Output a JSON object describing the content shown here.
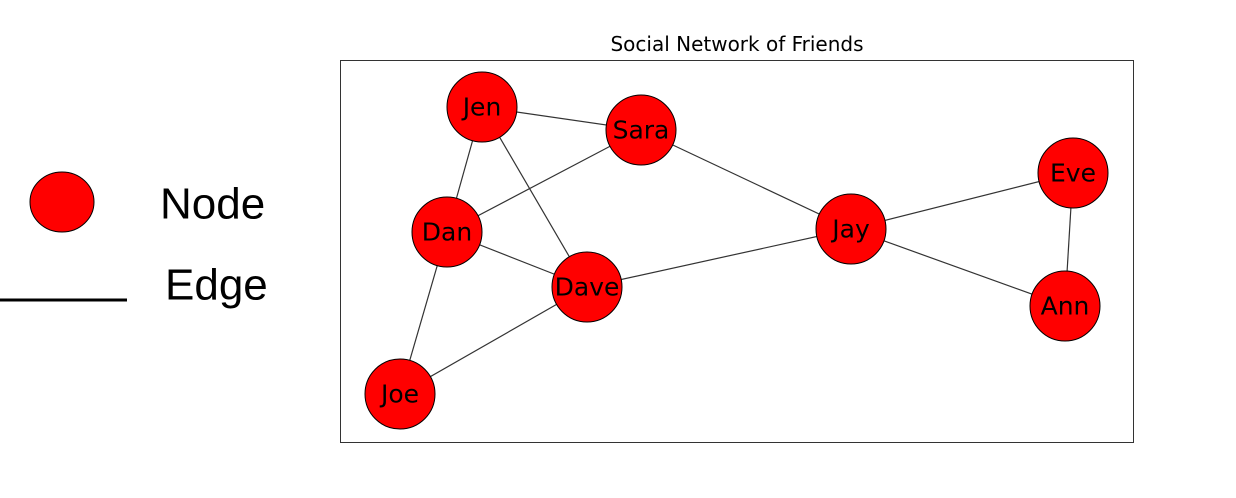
{
  "title": "Social Network of Friends",
  "legend": {
    "node_label": "Node",
    "edge_label": "Edge"
  },
  "colors": {
    "node_fill": "#ff0000",
    "node_stroke": "#000000",
    "edge": "#333333",
    "frame": "#333333"
  },
  "nodes": [
    {
      "id": "Jen",
      "label": "Jen"
    },
    {
      "id": "Sara",
      "label": "Sara"
    },
    {
      "id": "Dan",
      "label": "Dan"
    },
    {
      "id": "Dave",
      "label": "Dave"
    },
    {
      "id": "Joe",
      "label": "Joe"
    },
    {
      "id": "Jay",
      "label": "Jay"
    },
    {
      "id": "Eve",
      "label": "Eve"
    },
    {
      "id": "Ann",
      "label": "Ann"
    }
  ],
  "edges": [
    {
      "source": "Jen",
      "target": "Sara"
    },
    {
      "source": "Jen",
      "target": "Dan"
    },
    {
      "source": "Jen",
      "target": "Dave"
    },
    {
      "source": "Sara",
      "target": "Dan"
    },
    {
      "source": "Sara",
      "target": "Jay"
    },
    {
      "source": "Dan",
      "target": "Dave"
    },
    {
      "source": "Dan",
      "target": "Joe"
    },
    {
      "source": "Dave",
      "target": "Joe"
    },
    {
      "source": "Dave",
      "target": "Jay"
    },
    {
      "source": "Jay",
      "target": "Eve"
    },
    {
      "source": "Jay",
      "target": "Ann"
    },
    {
      "source": "Eve",
      "target": "Ann"
    }
  ]
}
